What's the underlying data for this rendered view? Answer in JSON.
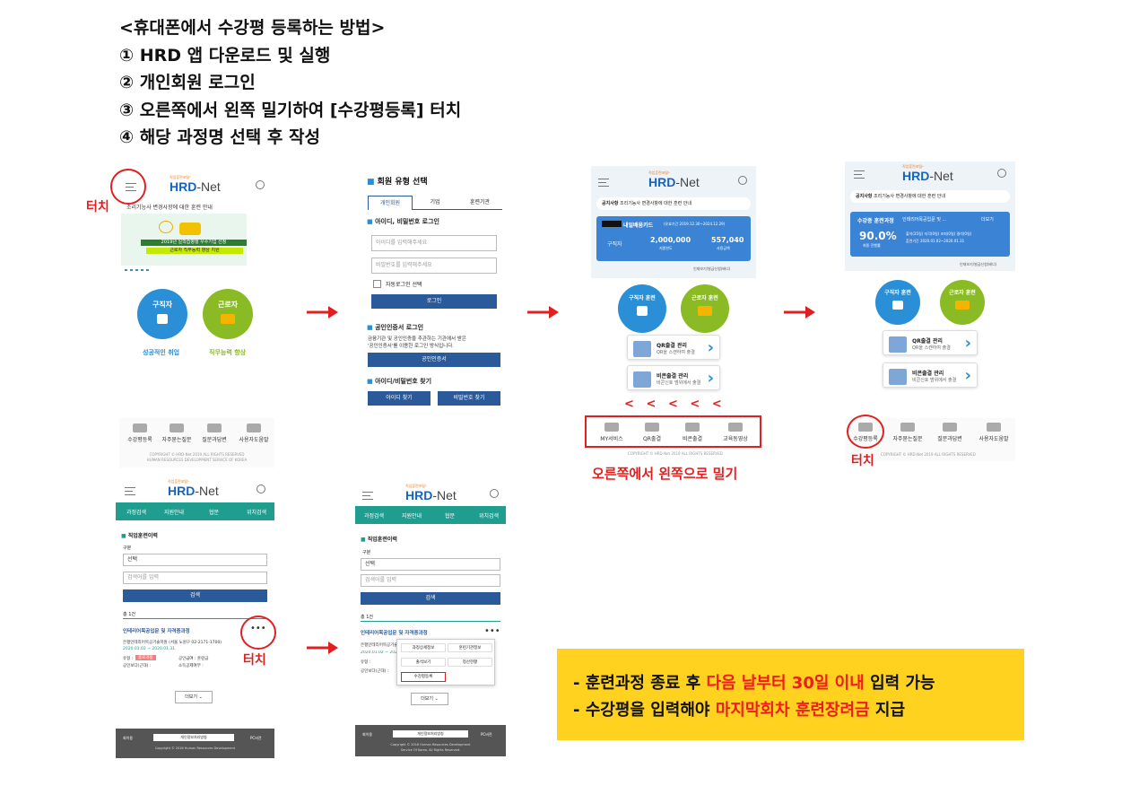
{
  "heading": {
    "title": "<휴대폰에서 수강평 등록하는 방법>",
    "steps": [
      "① HRD 앱 다운로드 및 실행",
      "② 개인회원 로그인",
      "③ 오른쪽에서 왼쪽 밀기하여 [수강평등록] 터치",
      "④ 해당 과정명 선택 후 작성"
    ]
  },
  "annotations": {
    "touch": "터치",
    "swipe": "오른쪽에서 왼쪽으로 밀기",
    "chevrons": "<   <   <   <   <"
  },
  "app": {
    "logo_mini": "직업훈련포털*",
    "logo_main": "HRD",
    "logo_net": "-Net",
    "notice_label": "공지사항",
    "notice_text": "조리기능사 변경사항에 대한 훈련 안내",
    "job_seeker": "구직자",
    "worker": "근로자",
    "success_job": "성공적인 취업",
    "ability_up": "직무능력 향상",
    "job_seeker_training": "구직자 훈련",
    "worker_training": "근로자 훈련",
    "qr_manage": "QR출결 관리",
    "qr_sub": "QR을 스캔하여 출결",
    "pw_manage": "비콘출결 관리",
    "pw_sub": "비콘신호 범위에서 출결",
    "banner_line1": "2019년 일학습병행 우수기업 선정",
    "banner_line2": "근로자 직무능력 향상 지원",
    "tabbar": [
      "수강평등록",
      "자주묻는질문",
      "질문과답변",
      "사용자도움말"
    ],
    "tabbar2": [
      "MY서비스",
      "QR출결",
      "비콘출결",
      "교육동영상"
    ],
    "copyright": "COPYRIGHT © HRD-Net 2019 ALL RIGHTS RESERVED",
    "copyright2": "HUMAN RESOURCES DEVELOPMENT SERVICE OF KOREA"
  },
  "card1": {
    "title": "내일배움카드",
    "period": "(유효기간 2019.12.30~2024.12.29)",
    "role": "구직자",
    "amount": "2,000,000",
    "amount_label": "지원한도",
    "used": "557,040",
    "used_label": "사용금액",
    "detail": "인재보기/발급신청(배너)"
  },
  "card2": {
    "title": "수강중 훈련과정",
    "course": "인테리어목공입문 및 ...",
    "more": "더보기",
    "percent": "90.0%",
    "percent_label": "최종 진행률",
    "attend": "출석(35일) 지각(0일) 조퇴(0일) 결석(0일)",
    "period": "훈련기간 2020.01.02~2020.01.31"
  },
  "login": {
    "title": "회원 유형 선택",
    "tabs": [
      "개인회원",
      "기업",
      "훈련기관"
    ],
    "id_login": "아이디, 비밀번호 로그인",
    "id_placeholder": "아이디를 입력해주세요",
    "pw_placeholder": "비밀번호를 입력해주세요",
    "auto_login": "자동로그인 선택",
    "login_btn": "로그인",
    "cert_title": "공인인증서 로그인",
    "cert_desc1": "금융기관 및 공인인증을 추관하는 기관에서 받은",
    "cert_desc2": "'공인인증서'를 이용한 로그인 방식입니다.",
    "cert_btn": "공인인증서",
    "find_title": "아이디/비밀번호 찾기",
    "find_id": "아이디 찾기",
    "find_pw": "비밀번호 찾기"
  },
  "history": {
    "menu": [
      "과정검색",
      "지원안내",
      "협문",
      "위치검색"
    ],
    "section_title": "직업훈련이력",
    "label_type": "구분",
    "select_value": "선택",
    "search_placeholder": "검색어를 입력",
    "search_btn": "검색",
    "total": "총 1건",
    "course": "인테리어목공입문 및 자격증과정",
    "org": "은평인테리어목공기술학원 (서울 노원구 02-2171-1700)",
    "dates": "2020.01.02 ~ 2020.01.31",
    "type_label": "유형 :",
    "type_value": "종료과정",
    "pay_label": "공인급여 : 훈련금",
    "extra1": "공인보다(근대) :",
    "extra2": "소득공제여부 :",
    "more_btn": "더보기",
    "popup": [
      "과정상세정보",
      "훈련기관정보",
      "출석보기",
      "정산현황",
      "수강평등록"
    ],
    "footer_items": [
      "회이용",
      "개인정보처리방침",
      "PC버전"
    ],
    "footer_copy": "Copyright © 2016 Human Resources Development",
    "footer_copy2": "Service Of Korea. All Rights Reserved."
  },
  "notes": [
    {
      "prefix": "- 훈련과정 종료 후 ",
      "highlight": "다음 날부터 30일 이내",
      "suffix": " 입력 가능"
    },
    {
      "prefix": "- 수강평을 입력해야 ",
      "highlight": "마지막회차 훈련장려금",
      "suffix": " 지급"
    }
  ],
  "colors": {
    "accent_red": "#e02020",
    "brand_blue": "#1565c0",
    "navy": "#2b5a9b",
    "teal": "#1f9d8f",
    "green": "#8bbb24",
    "yellow": "#ffd21f"
  }
}
